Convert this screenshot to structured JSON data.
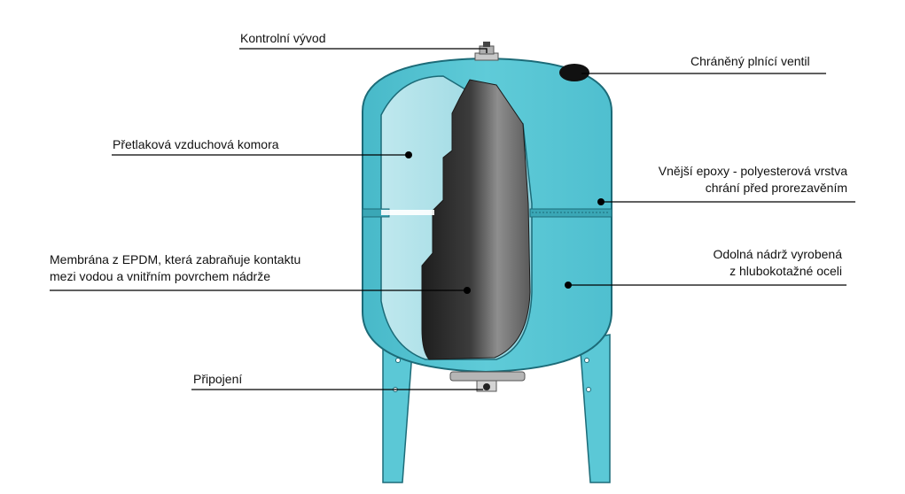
{
  "colors": {
    "tank": "#5bc8d6",
    "tank_edge": "#1c6b78",
    "window": "#a8dde6",
    "membrane_dark": "#2a2a2a",
    "membrane_light": "#9a9a9a",
    "leader": "#000000"
  },
  "labels": {
    "control_outlet": "Kontrolní vývod",
    "fill_valve": "Chráněný plnící ventil",
    "air_chamber": "Přetlaková vzduchová komora",
    "epoxy_line1": "Vnější epoxy - polyesterová vrstva",
    "epoxy_line2": "chrání před prorezavěním",
    "membrane_line1": "Membrána z EPDM, která zabraňuje kontaktu",
    "membrane_line2": "mezi vodou a vnitřním povrchem nádrže",
    "tank_line1": "Odolná nádrž vyrobená",
    "tank_line2": "z hlubokotažné oceli",
    "connection": "Připojení"
  }
}
